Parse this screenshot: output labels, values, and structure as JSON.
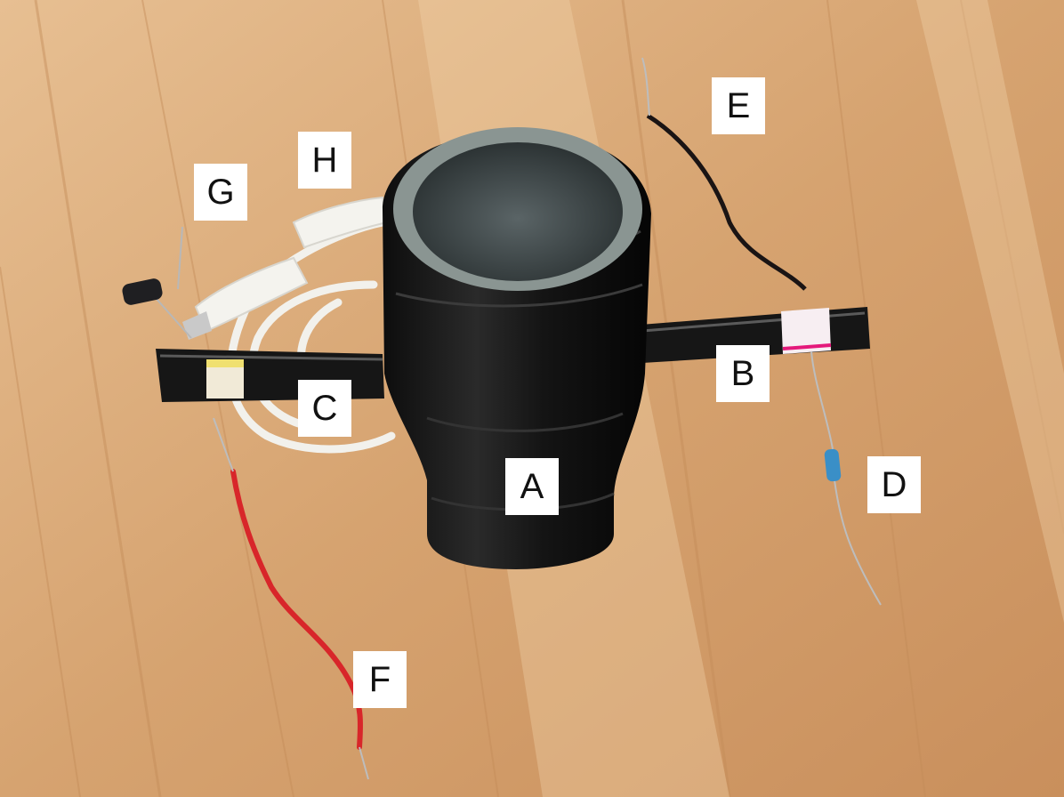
{
  "labels": {
    "a": "A",
    "b": "B",
    "c": "C",
    "d": "D",
    "e": "E",
    "f": "F",
    "g": "G",
    "h": "H"
  },
  "colors": {
    "table": "#d9a877",
    "tape": "#141414",
    "red_wire": "#d8262a",
    "white_cable": "#f2f1ec"
  }
}
